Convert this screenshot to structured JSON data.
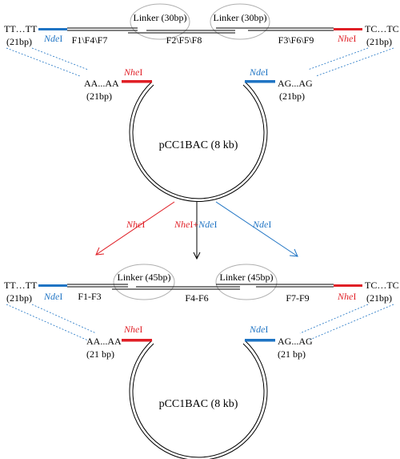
{
  "colors": {
    "nhe": "#e01f26",
    "nde": "#1f74c4",
    "linker_ellipse": "#b0b0b0",
    "arrow_black": "#000000"
  },
  "top": {
    "left_end": {
      "seq": "TT…TT",
      "len": "(21bp)",
      "site": "NdeI",
      "site_italic": "Nde",
      "site_plain": "I"
    },
    "right_end": {
      "seq": "TC…TC",
      "len": "(21bp)",
      "site": "NheI",
      "site_italic": "Nhe",
      "site_plain": "I"
    },
    "linker1": "Linker (30bp)",
    "linker2": "Linker (30bp)",
    "frag1": "F1\\F4\\F7",
    "frag2": "F2\\F5\\F8",
    "frag3": "F3\\F6\\F9",
    "vector": {
      "left_seq": "AA...AA",
      "left_len": "(21bp)",
      "left_site_italic": "Nhe",
      "left_site_plain": "I",
      "right_seq": "AG...AG",
      "right_len": "(21bp)",
      "right_site_italic": "Nde",
      "right_site_plain": "I",
      "name": "pCC1BAC (8 kb)"
    }
  },
  "arrows": {
    "left": {
      "italic": "Nhe",
      "plain": "I"
    },
    "middle": {
      "italic1": "Nhe",
      "plain1": "I+",
      "italic2": "Nde",
      "plain2": "I"
    },
    "right": {
      "italic": "Nde",
      "plain": "I"
    }
  },
  "bottom": {
    "left_end": {
      "seq": "TT…TT",
      "len": "(21bp)",
      "site_italic": "Nde",
      "site_plain": "I"
    },
    "right_end": {
      "seq": "TC…TC",
      "len": "(21bp)",
      "site_italic": "Nhe",
      "site_plain": "I"
    },
    "linker1": "Linker (45bp)",
    "linker2": "Linker (45bp)",
    "frag1": "F1-F3",
    "frag2": "F4-F6",
    "frag3": "F7-F9",
    "vector": {
      "left_seq": "AA...AA",
      "left_len": "(21 bp)",
      "left_site_italic": "Nhe",
      "left_site_plain": "I",
      "right_seq": "AG...AG",
      "right_len": "(21 bp)",
      "right_site_italic": "Nde",
      "right_site_plain": "I",
      "name": "pCC1BAC (8 kb)"
    }
  }
}
